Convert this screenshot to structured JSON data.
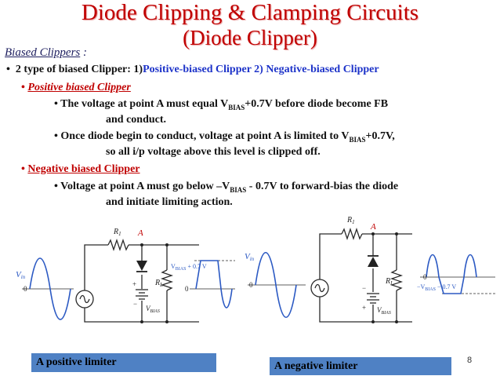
{
  "title": {
    "line1": "Diode Clipping & Clamping Circuits",
    "line2": "(Diode Clipper)"
  },
  "heading": {
    "label": "Biased Clippers",
    "suffix": " :"
  },
  "bullets": {
    "types_prefix": "2 type of biased Clipper: 1)",
    "types_pos": "Positive-biased Clipper",
    "types_neg": "  2) Negative-biased Clipper",
    "positive_title": "Positive biased Clipper",
    "pos1_a": "The voltage at point A must equal V",
    "pos1_sub": "BIAS",
    "pos1_b": "+0.7V before diode become FB",
    "pos1_c": "and conduct.",
    "pos2_a": "Once diode begin to conduct, voltage at point A is limited to V",
    "pos2_sub": "BIAS",
    "pos2_b": "+0.7V,",
    "pos2_c": "so all i/p voltage above this level is clipped off.",
    "negative_title": "Negative biased Clipper",
    "neg1_a": "Voltage at point A must go below –V",
    "neg1_sub": "BIAS",
    "neg1_b": " - 0.7V to forward-bias the diode",
    "neg1_c": "and initiate limiting action."
  },
  "circuit_left": {
    "vin": "V",
    "vin_sub": "in",
    "zero": "0",
    "r1": "R",
    "r1_sub": "1",
    "node": "A",
    "rl": "R",
    "rl_sub": "L",
    "plus": "+",
    "minus": "−",
    "vbias": "V",
    "vbias_sub": "BIAS",
    "out_label": "V",
    "out_sub": "BIAS",
    "out_suffix": " + 0.7 V",
    "out_zero": "0"
  },
  "circuit_right": {
    "vin": "V",
    "vin_sub": "in",
    "zero": "0",
    "r1": "R",
    "r1_sub": "1",
    "node": "A",
    "rl": "R",
    "rl_sub": "L",
    "plus": "+",
    "minus": "−",
    "vbias": "V",
    "vbias_sub": "BIAS",
    "out_label": "−V",
    "out_sub": "BIAS",
    "out_suffix": " − 0.7 V",
    "out_zero": "0"
  },
  "captions": {
    "left": "A positive limiter",
    "right": "A negative limiter"
  },
  "page_number": "8"
}
